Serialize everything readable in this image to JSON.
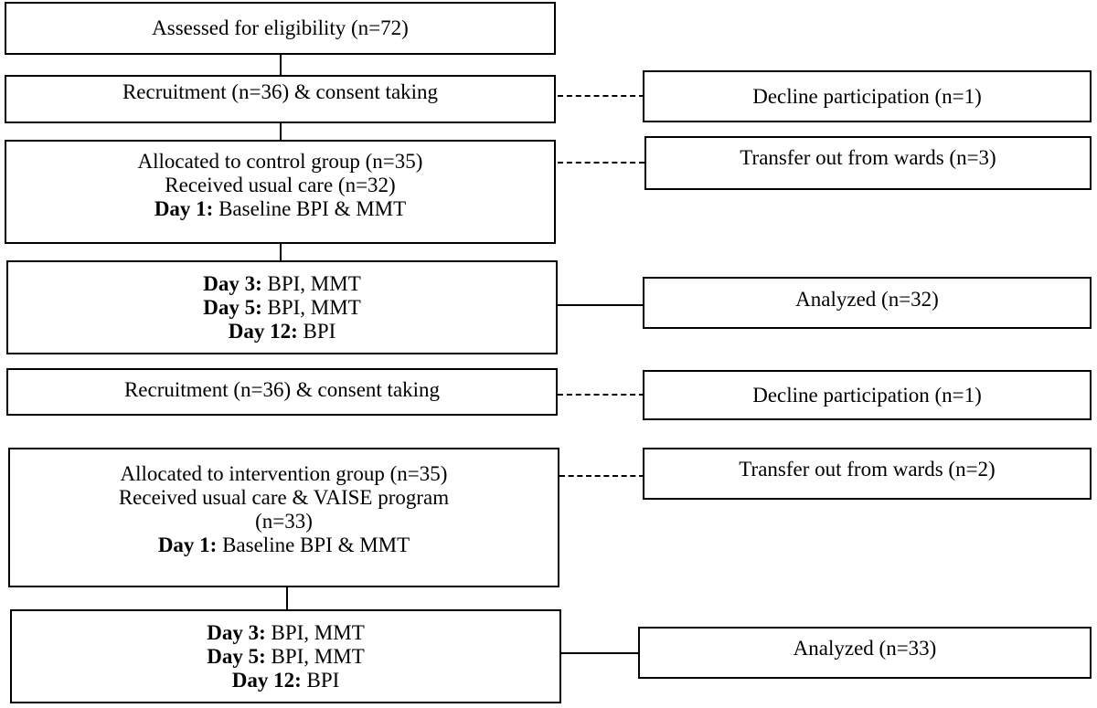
{
  "flowchart": {
    "eligibility": "Assessed for eligibility (n=72)",
    "control": {
      "recruitment": "Recruitment (n=36) & consent taking",
      "decline": "Decline participation (n=1)",
      "allocated": "Allocated to control group (n=35)",
      "received": "Received usual care (n=32)",
      "day1_label": "Day 1:",
      "day1_text": " Baseline BPI & MMT",
      "transfer": "Transfer out from wards (n=3)",
      "day3_label": "Day 3:",
      "day3_text": " BPI, MMT",
      "day5_label": "Day 5:",
      "day5_text": " BPI, MMT",
      "day12_label": "Day 12:",
      "day12_text": " BPI",
      "analyzed": "Analyzed (n=32)"
    },
    "intervention": {
      "recruitment": "Recruitment (n=36) & consent taking",
      "decline": "Decline participation (n=1)",
      "allocated": "Allocated to intervention group (n=35)",
      "received": "Received usual care & VAISE program",
      "received_n": "(n=33)",
      "day1_label": "Day 1:",
      "day1_text": " Baseline BPI & MMT",
      "transfer": "Transfer out from wards (n=2)",
      "day3_label": "Day 3:",
      "day3_text": " BPI, MMT",
      "day5_label": "Day 5:",
      "day5_text": " BPI, MMT",
      "day12_label": "Day 12:",
      "day12_text": " BPI",
      "analyzed": "Analyzed (n=33)"
    }
  }
}
